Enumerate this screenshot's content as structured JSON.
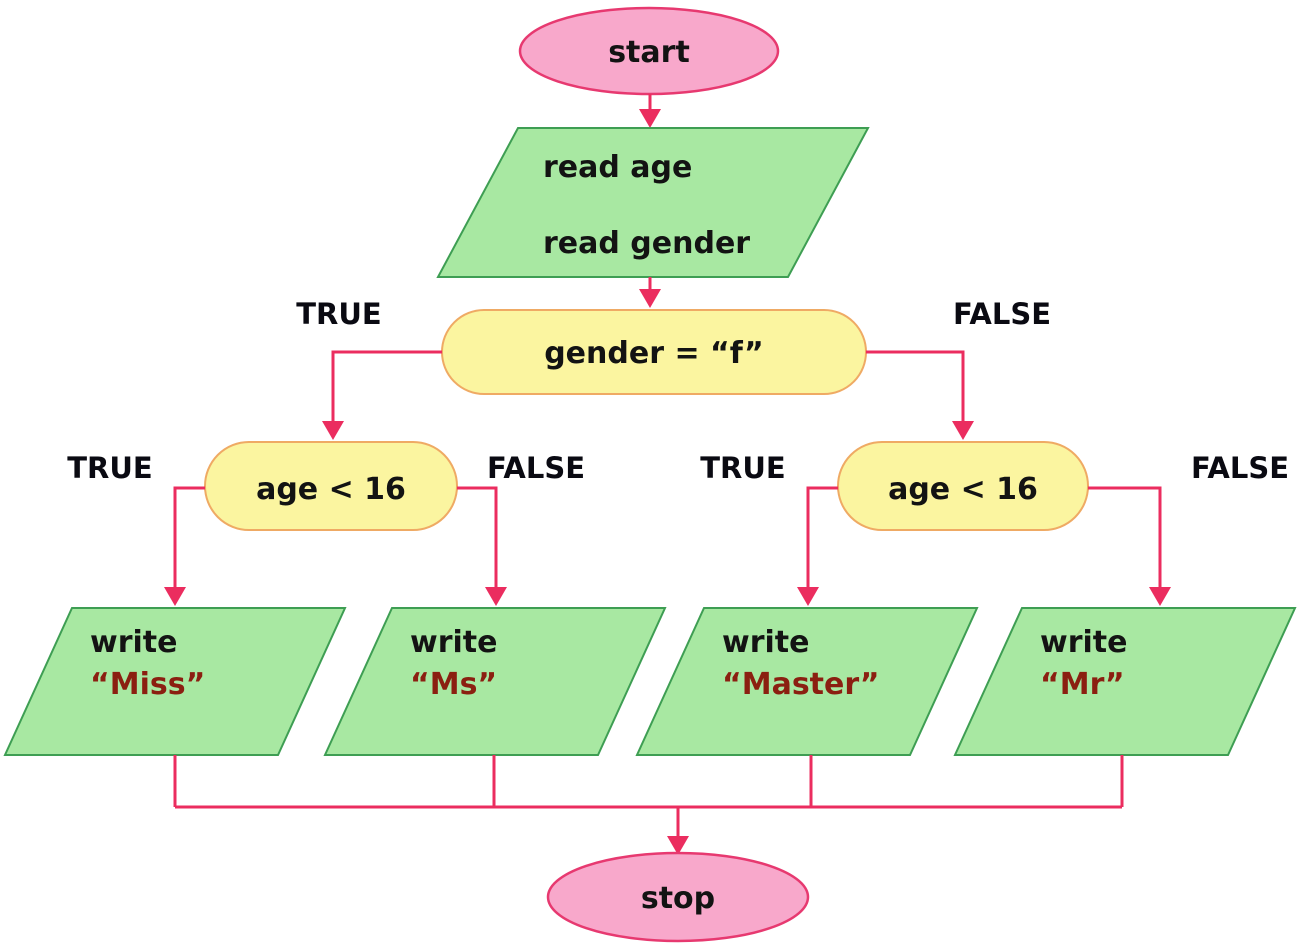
{
  "diagram": {
    "type": "flowchart",
    "nodes": {
      "start": {
        "label": "start",
        "shape": "terminator-ellipse"
      },
      "read_input": {
        "line1": "read age",
        "line2": "read gender",
        "shape": "io-parallelogram"
      },
      "gender_decision": {
        "label": "gender = “f”",
        "shape": "decision-rounded"
      },
      "age_decision_left": {
        "label": "age < 16",
        "shape": "decision-rounded"
      },
      "age_decision_right": {
        "label": "age < 16",
        "shape": "decision-rounded"
      },
      "write_miss": {
        "line1": "write",
        "line2": "“Miss”",
        "shape": "io-parallelogram"
      },
      "write_ms": {
        "line1": "write",
        "line2": "“Ms”",
        "shape": "io-parallelogram"
      },
      "write_master": {
        "line1": "write",
        "line2": "“Master”",
        "shape": "io-parallelogram"
      },
      "write_mr": {
        "line1": "write",
        "line2": "“Mr”",
        "shape": "io-parallelogram"
      },
      "stop": {
        "label": "stop",
        "shape": "terminator-ellipse"
      }
    },
    "branch_labels": {
      "gender_true": "TRUE",
      "gender_false": "FALSE",
      "age_left_true": "TRUE",
      "age_left_false": "FALSE",
      "age_right_true": "TRUE",
      "age_right_false": "FALSE"
    },
    "colors": {
      "terminator_fill": "#F8A8CB",
      "terminator_stroke": "#E73970",
      "io_fill": "#A8E8A2",
      "io_stroke": "#3E9E53",
      "decision_fill": "#FBF5A0",
      "decision_stroke": "#EFAA64",
      "connector": "#EB2D5F",
      "node_text": "#131313",
      "string_literal_text": "#8B1F11"
    }
  }
}
